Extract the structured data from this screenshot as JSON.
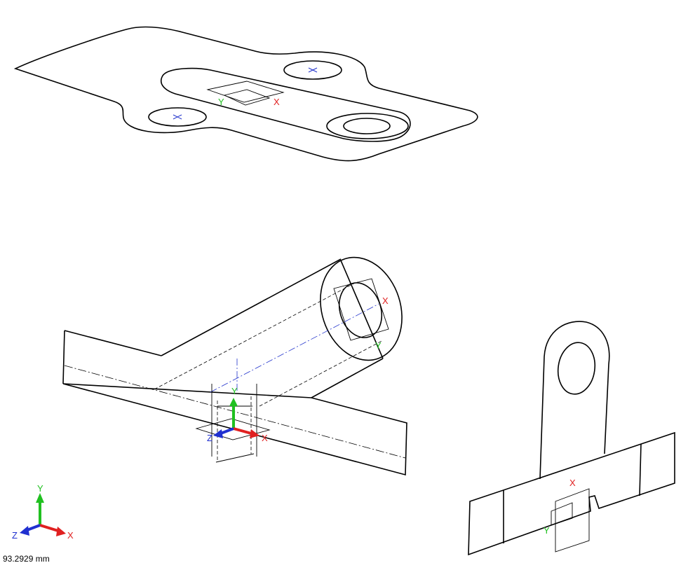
{
  "scale": {
    "readout": "93.2929 mm"
  },
  "axis_labels": {
    "x": "X",
    "y": "Y",
    "z": "Z"
  },
  "colors": {
    "x_axis": "#e02020",
    "y_axis": "#20c020",
    "z_axis": "#2030d0",
    "edges": "#000000",
    "center_mark": "#2233cc"
  },
  "icons": {
    "triad": "xyz-axis-triad-icon",
    "origin": "coordinate-origin-icon"
  }
}
